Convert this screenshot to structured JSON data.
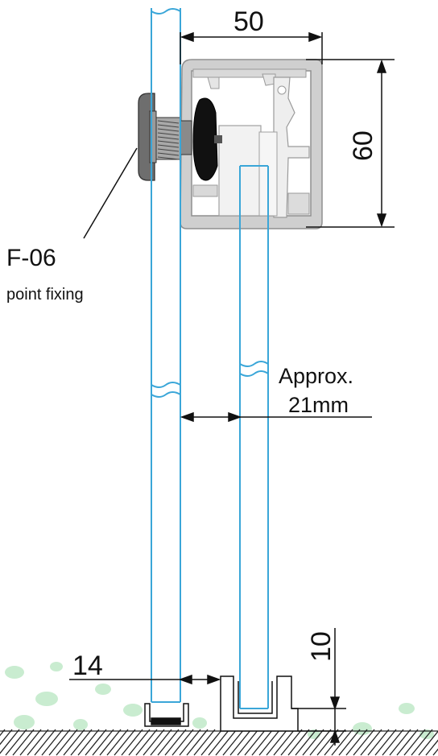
{
  "labels": {
    "width_dim": "50",
    "height_dim": "60",
    "part_code": "F-06",
    "part_desc": "point fixing",
    "gap_line1": "Approx.",
    "gap_line2": "21mm",
    "bottom_width_dim": "14",
    "bottom_height_dim": "10"
  },
  "colors": {
    "glass": "#3aa6d8",
    "profile": "#c8c8c8",
    "profile_outline": "#8f8f8f",
    "fixing": "#6b6b6b",
    "roller": "#111111",
    "floor_dots": "#bfe8c6",
    "line": "#111111"
  }
}
